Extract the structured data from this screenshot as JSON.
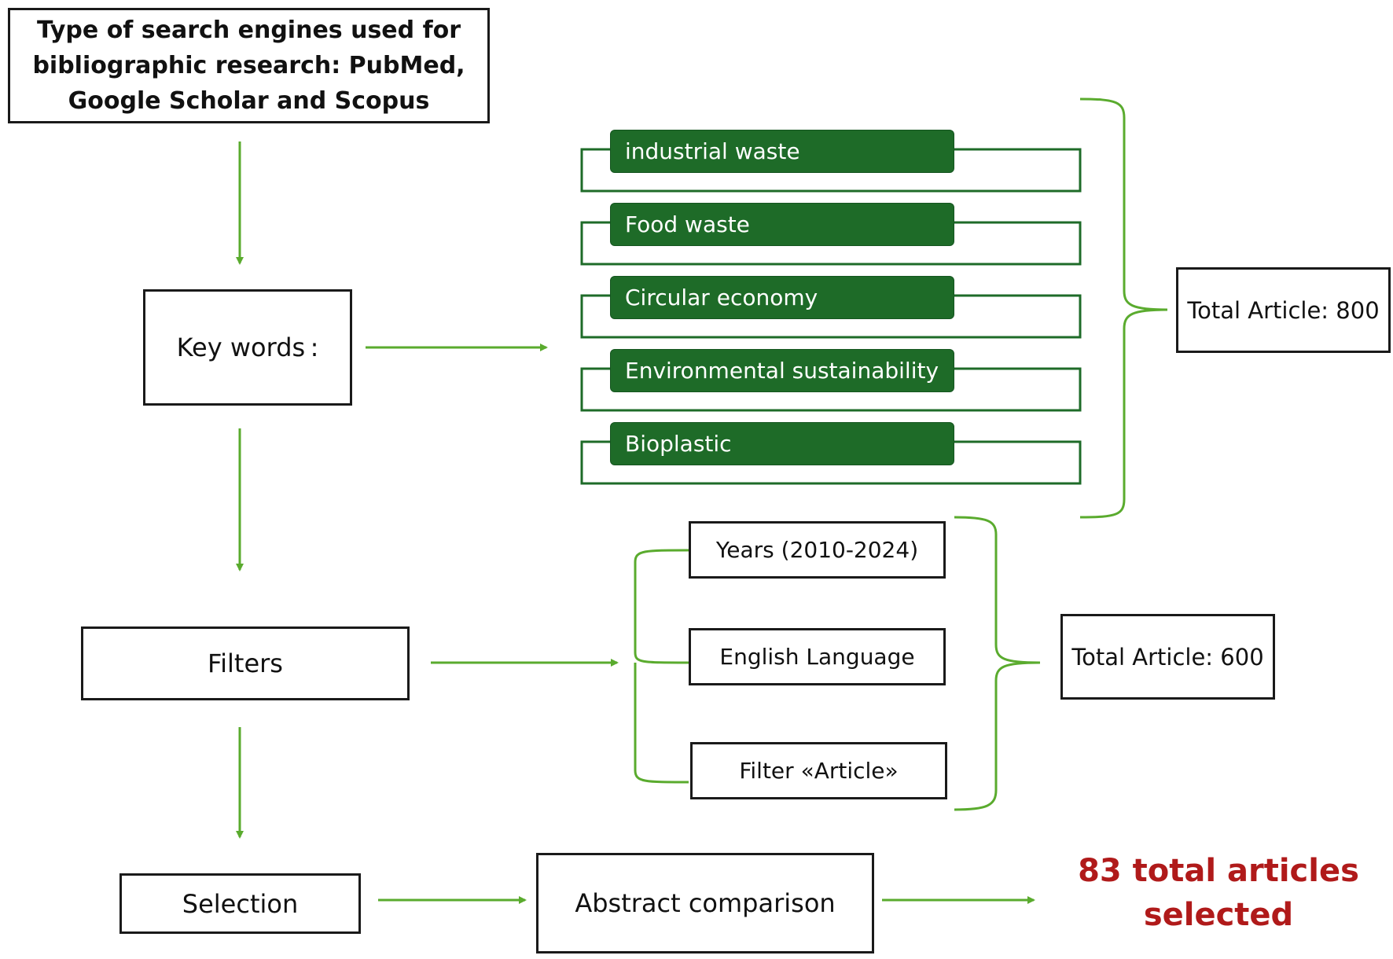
{
  "colors": {
    "arrow": "#5aab2e",
    "keyword_bg": "#1e6b28",
    "final_text": "#b01a1a",
    "border": "#1a1a1a"
  },
  "search_engines": "Type of search engines used for bibliographic research: PubMed, Google Scholar and Scopus",
  "keywords_label": "Key words :",
  "keywords": [
    "industrial waste",
    "Food waste",
    "Circular economy",
    "Environmental sustainability",
    "Bioplastic"
  ],
  "total_keywords": "Total Article: 800",
  "filters_label": "Filters",
  "filters": [
    "Years (2010-2024)",
    "English Language",
    "Filter «Article»"
  ],
  "total_filters": "Total Article: 600",
  "selection_label": "Selection",
  "abstract_label": "Abstract comparison",
  "result": {
    "line1": "83 total articles",
    "line2": "selected"
  }
}
